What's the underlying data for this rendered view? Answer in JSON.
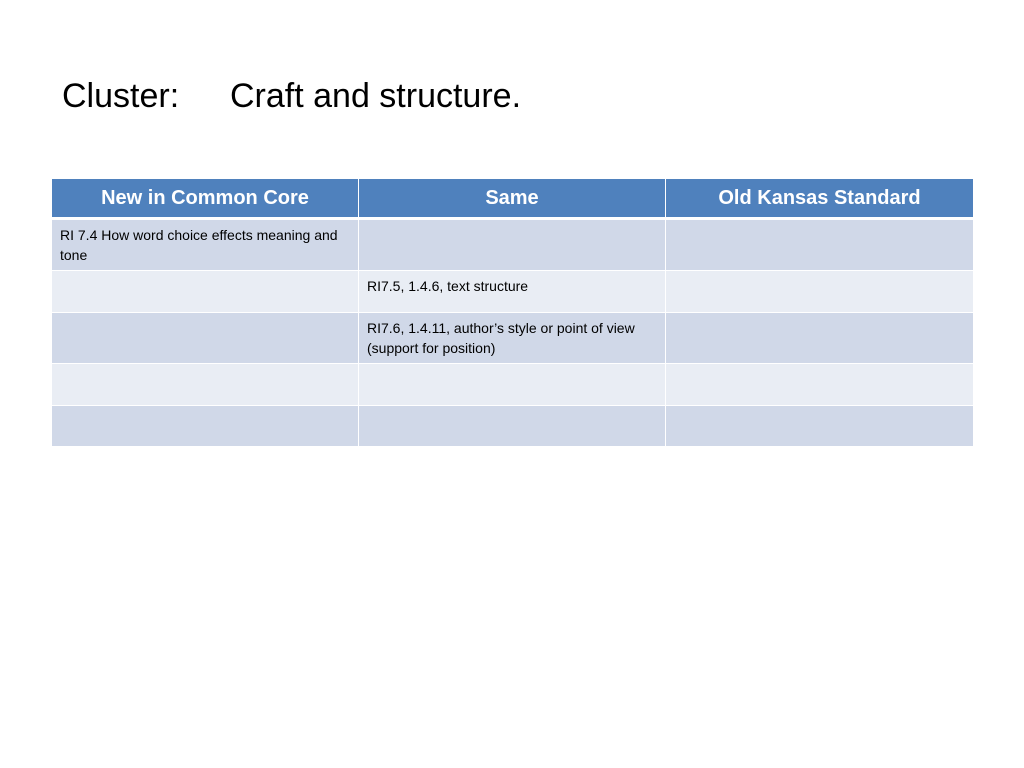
{
  "slide": {
    "title_label": "Cluster:",
    "title_text": "Craft and structure."
  },
  "table": {
    "headers": [
      "New in Common Core",
      "Same",
      "Old Kansas Standard"
    ],
    "rows": [
      [
        "RI 7.4 How word choice effects meaning and tone",
        "",
        ""
      ],
      [
        "",
        "RI7.5, 1.4.6, text structure",
        ""
      ],
      [
        "",
        "RI7.6, 1.4.11, author’s style or point of view (support for position)",
        ""
      ],
      [
        "",
        "",
        ""
      ],
      [
        "",
        "",
        ""
      ]
    ]
  },
  "colors": {
    "header_bg": "#4f81bd",
    "row_odd_bg": "#d0d8e8",
    "row_even_bg": "#e9edf4"
  }
}
